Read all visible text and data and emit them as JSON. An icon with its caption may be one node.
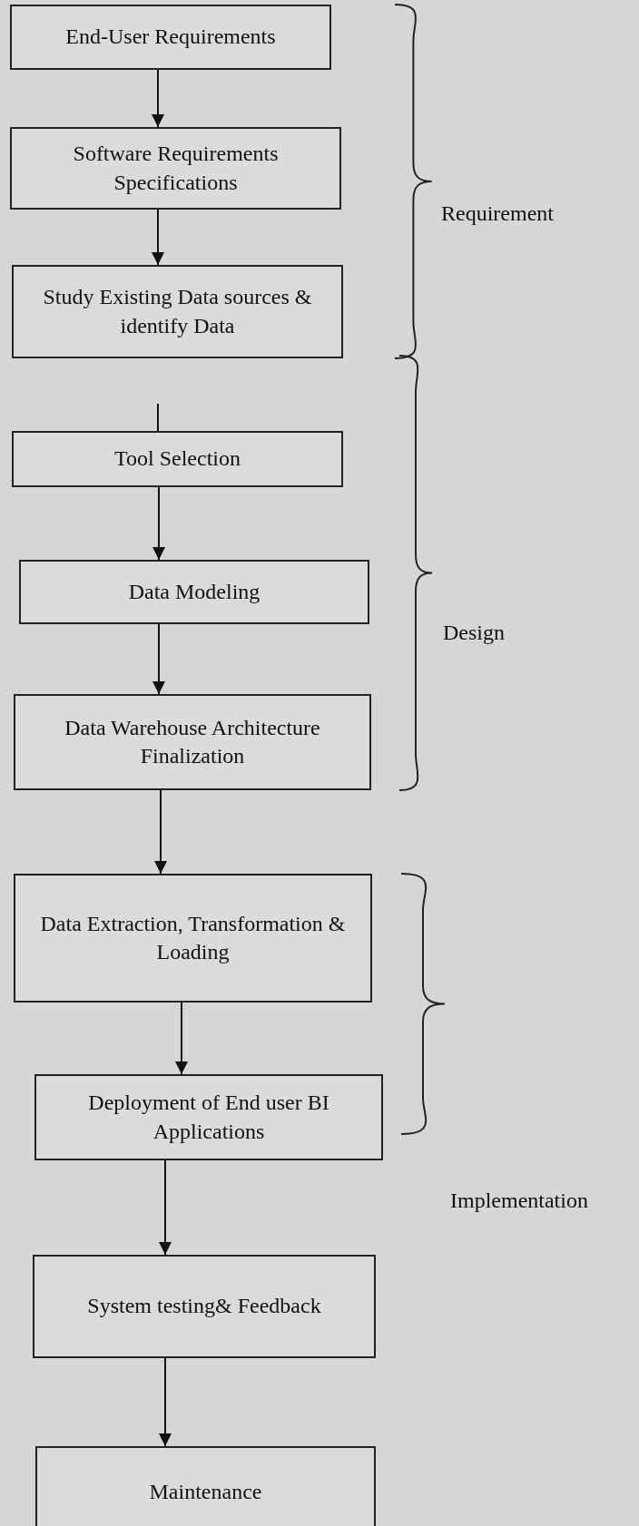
{
  "diagram": {
    "nodes": [
      {
        "text": [
          "End-User Requirements"
        ]
      },
      {
        "text": [
          "Software Requirements Specifications"
        ]
      },
      {
        "text": [
          "Study Existing Data sources & identify Data"
        ]
      },
      {
        "text": [
          "Tool Selection"
        ]
      },
      {
        "text": [
          "Data Modeling"
        ]
      },
      {
        "text": [
          "Data Warehouse Architecture Finalization"
        ]
      },
      {
        "text": [
          "Data Extraction, Transformation & Loading"
        ]
      },
      {
        "text": [
          "Deployment of End user BI Applications"
        ]
      },
      {
        "text": [
          "System testing& Feedback"
        ]
      },
      {
        "text": [
          "Maintenance"
        ]
      }
    ],
    "edges": [
      {
        "from": 0,
        "to": 1,
        "arrow": "to"
      },
      {
        "from": 1,
        "to": 2,
        "arrow": "to"
      },
      {
        "from": null,
        "to": 3,
        "arrow": "none"
      },
      {
        "from": 3,
        "to": 4,
        "arrow": "to"
      },
      {
        "from": 4,
        "to": 5,
        "arrow": "to"
      },
      {
        "from": 5,
        "to": 6,
        "arrow": "to"
      },
      {
        "from": 6,
        "to": 7,
        "arrow": "to"
      },
      {
        "from": 7,
        "to": 8,
        "arrow": "to"
      },
      {
        "from": 8,
        "to": 9,
        "arrow": "to"
      }
    ],
    "labels": [
      "Requirement",
      "Design",
      "Implementation"
    ]
  }
}
